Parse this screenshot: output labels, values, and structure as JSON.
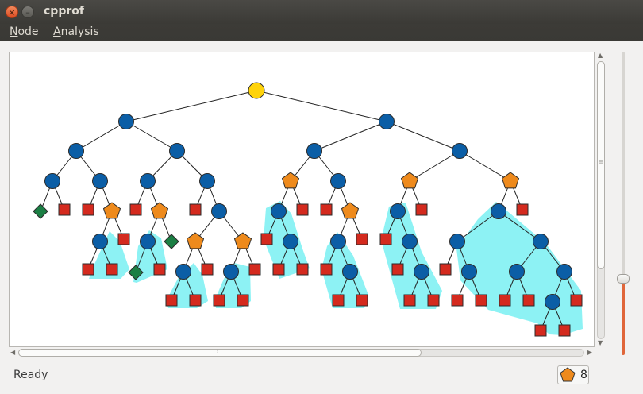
{
  "window": {
    "title": "cpprof",
    "close_glyph": "×",
    "minimize_glyph": "–"
  },
  "menu": {
    "items": [
      {
        "mnemonic": "N",
        "rest": "ode"
      },
      {
        "mnemonic": "A",
        "rest": "nalysis"
      }
    ]
  },
  "status": {
    "text": "Ready",
    "count": "8",
    "count_icon": "pentagon-icon"
  },
  "colors": {
    "root": "#ffd30a",
    "blue": "#0b5ea6",
    "orange": "#ee8a1c",
    "red": "#d42a1e",
    "green": "#1b7f44",
    "highlight": "#8df2f4"
  },
  "tree": {
    "edges": [
      [
        "r",
        "a"
      ],
      [
        "r",
        "b"
      ],
      [
        "a",
        "a1"
      ],
      [
        "a",
        "a2"
      ],
      [
        "b",
        "b1"
      ],
      [
        "b",
        "b2"
      ],
      [
        "a1",
        "a11"
      ],
      [
        "a1",
        "a12"
      ],
      [
        "a2",
        "a21"
      ],
      [
        "a2",
        "a22"
      ],
      [
        "b1",
        "b11"
      ],
      [
        "b1",
        "b12"
      ],
      [
        "b2",
        "b21"
      ],
      [
        "b2",
        "b22"
      ],
      [
        "a11",
        "l1"
      ],
      [
        "a11",
        "l2"
      ],
      [
        "a12",
        "l3"
      ],
      [
        "a12",
        "p1"
      ],
      [
        "a21",
        "l4"
      ],
      [
        "a21",
        "p2"
      ],
      [
        "a22",
        "l5"
      ],
      [
        "a22",
        "c1"
      ],
      [
        "p1",
        "c2"
      ],
      [
        "p1",
        "l6"
      ],
      [
        "c2",
        "l7"
      ],
      [
        "c2",
        "l8"
      ],
      [
        "p2",
        "c3"
      ],
      [
        "p2",
        "g2"
      ],
      [
        "c3",
        "g3"
      ],
      [
        "c3",
        "l9"
      ],
      [
        "c1",
        "p3"
      ],
      [
        "c1",
        "p4"
      ],
      [
        "p3",
        "c4"
      ],
      [
        "p3",
        "l10"
      ],
      [
        "c4",
        "l11"
      ],
      [
        "c4",
        "l12"
      ],
      [
        "p4",
        "c5"
      ],
      [
        "p4",
        "l13"
      ],
      [
        "c5",
        "l14"
      ],
      [
        "c5",
        "l15"
      ],
      [
        "b11",
        "c6"
      ],
      [
        "b11",
        "l16"
      ],
      [
        "c6",
        "l17"
      ],
      [
        "c6",
        "c7"
      ],
      [
        "c7",
        "l18"
      ],
      [
        "c7",
        "l19"
      ],
      [
        "b12",
        "l20"
      ],
      [
        "b12",
        "p5"
      ],
      [
        "p5",
        "c8"
      ],
      [
        "p5",
        "l21"
      ],
      [
        "c8",
        "l22"
      ],
      [
        "c8",
        "c9"
      ],
      [
        "c9",
        "l23"
      ],
      [
        "c9",
        "l24"
      ],
      [
        "b21",
        "c10"
      ],
      [
        "b21",
        "l25"
      ],
      [
        "c10",
        "l26"
      ],
      [
        "c10",
        "c11"
      ],
      [
        "c11",
        "l27"
      ],
      [
        "c11",
        "c12"
      ],
      [
        "c12",
        "l28"
      ],
      [
        "c12",
        "l29"
      ],
      [
        "b22",
        "c13"
      ],
      [
        "b22",
        "l30"
      ],
      [
        "c13",
        "c14"
      ],
      [
        "c13",
        "c15"
      ],
      [
        "c14",
        "l31"
      ],
      [
        "c14",
        "c16"
      ],
      [
        "c16",
        "l32"
      ],
      [
        "c16",
        "l33"
      ],
      [
        "c15",
        "c17"
      ],
      [
        "c15",
        "c18"
      ],
      [
        "c17",
        "l34"
      ],
      [
        "c17",
        "l35"
      ],
      [
        "c18",
        "c19"
      ],
      [
        "c18",
        "l36"
      ],
      [
        "c19",
        "l37"
      ],
      [
        "c19",
        "l38"
      ]
    ],
    "nodes": [
      {
        "id": "r",
        "type": "root"
      },
      {
        "id": "a",
        "type": "circle"
      },
      {
        "id": "b",
        "type": "circle"
      },
      {
        "id": "a1",
        "type": "circle"
      },
      {
        "id": "a2",
        "type": "circle"
      },
      {
        "id": "b1",
        "type": "circle"
      },
      {
        "id": "b2",
        "type": "circle"
      },
      {
        "id": "a11",
        "type": "circle"
      },
      {
        "id": "a12",
        "type": "circle"
      },
      {
        "id": "a21",
        "type": "circle"
      },
      {
        "id": "a22",
        "type": "circle"
      },
      {
        "id": "b11",
        "type": "pentagon"
      },
      {
        "id": "b12",
        "type": "circle"
      },
      {
        "id": "b21",
        "type": "pentagon"
      },
      {
        "id": "b22",
        "type": "pentagon"
      },
      {
        "id": "l1",
        "type": "diamond"
      },
      {
        "id": "l2",
        "type": "square"
      },
      {
        "id": "l3",
        "type": "square"
      },
      {
        "id": "p1",
        "type": "pentagon"
      },
      {
        "id": "l4",
        "type": "square"
      },
      {
        "id": "p2",
        "type": "pentagon"
      },
      {
        "id": "l5",
        "type": "square"
      },
      {
        "id": "c1",
        "type": "circle"
      },
      {
        "id": "c2",
        "type": "circle"
      },
      {
        "id": "l6",
        "type": "square"
      },
      {
        "id": "l7",
        "type": "square"
      },
      {
        "id": "l8",
        "type": "square"
      },
      {
        "id": "c3",
        "type": "circle"
      },
      {
        "id": "g2",
        "type": "diamond"
      },
      {
        "id": "g3",
        "type": "diamond"
      },
      {
        "id": "l9",
        "type": "square"
      },
      {
        "id": "p3",
        "type": "pentagon"
      },
      {
        "id": "p4",
        "type": "pentagon"
      },
      {
        "id": "c4",
        "type": "circle"
      },
      {
        "id": "l10",
        "type": "square"
      },
      {
        "id": "l11",
        "type": "square"
      },
      {
        "id": "l12",
        "type": "square"
      },
      {
        "id": "c5",
        "type": "circle"
      },
      {
        "id": "l13",
        "type": "square"
      },
      {
        "id": "l14",
        "type": "square"
      },
      {
        "id": "l15",
        "type": "square"
      },
      {
        "id": "c6",
        "type": "circle"
      },
      {
        "id": "l16",
        "type": "square"
      },
      {
        "id": "l17",
        "type": "square"
      },
      {
        "id": "c7",
        "type": "circle"
      },
      {
        "id": "l18",
        "type": "square"
      },
      {
        "id": "l19",
        "type": "square"
      },
      {
        "id": "l20",
        "type": "square"
      },
      {
        "id": "p5",
        "type": "pentagon"
      },
      {
        "id": "c8",
        "type": "circle"
      },
      {
        "id": "l21",
        "type": "square"
      },
      {
        "id": "l22",
        "type": "square"
      },
      {
        "id": "c9",
        "type": "circle"
      },
      {
        "id": "l23",
        "type": "square"
      },
      {
        "id": "l24",
        "type": "square"
      },
      {
        "id": "c10",
        "type": "circle"
      },
      {
        "id": "l25",
        "type": "square"
      },
      {
        "id": "l26",
        "type": "square"
      },
      {
        "id": "c11",
        "type": "circle"
      },
      {
        "id": "l27",
        "type": "square"
      },
      {
        "id": "c12",
        "type": "circle"
      },
      {
        "id": "l28",
        "type": "square"
      },
      {
        "id": "l29",
        "type": "square"
      },
      {
        "id": "c13",
        "type": "circle"
      },
      {
        "id": "l30",
        "type": "square"
      },
      {
        "id": "c14",
        "type": "circle"
      },
      {
        "id": "c15",
        "type": "circle"
      },
      {
        "id": "l31",
        "type": "square"
      },
      {
        "id": "c16",
        "type": "circle"
      },
      {
        "id": "l32",
        "type": "square"
      },
      {
        "id": "l33",
        "type": "square"
      },
      {
        "id": "c17",
        "type": "circle"
      },
      {
        "id": "c18",
        "type": "circle"
      },
      {
        "id": "l34",
        "type": "square"
      },
      {
        "id": "l35",
        "type": "square"
      },
      {
        "id": "c19",
        "type": "circle"
      },
      {
        "id": "l36",
        "type": "square"
      },
      {
        "id": "l37",
        "type": "square"
      },
      {
        "id": "l38",
        "type": "square"
      }
    ]
  }
}
